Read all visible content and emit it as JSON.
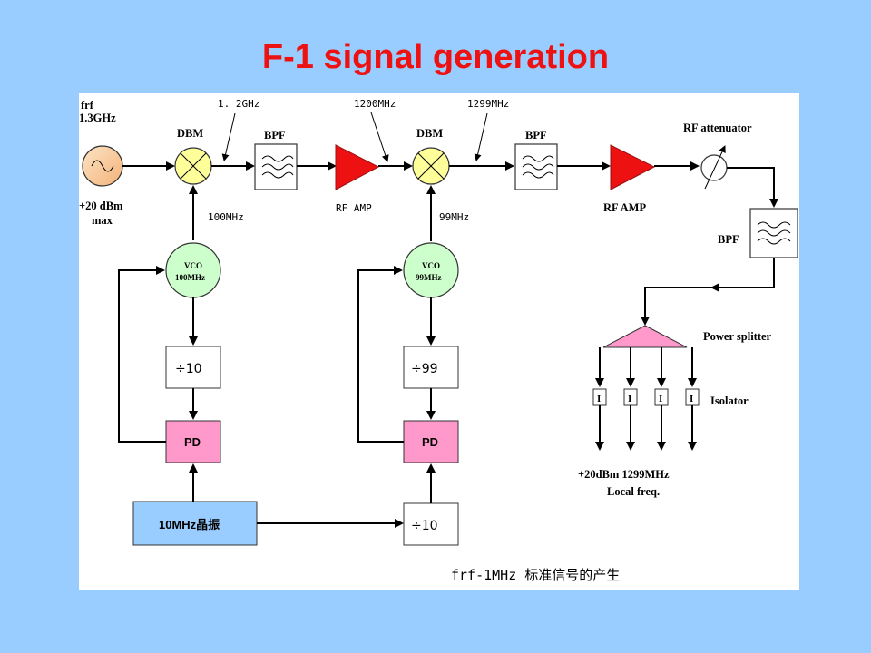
{
  "title": "F-1 signal generation",
  "diagram": {
    "source_freq": "frf",
    "source_freq_val": "1.3GHz",
    "source_power": "+20 dBm",
    "source_power_max": "max",
    "dbm1_label": "DBM",
    "dbm2_label": "DBM",
    "bpf1_label": "BPF",
    "bpf2_label": "BPF",
    "bpf3_label": "BPF",
    "rfamp1_label": "RF AMP",
    "rfamp2_label": "RF AMP",
    "rf_attenuator_label": "RF attenuator",
    "freq_1_2ghz": "1. 2GHz",
    "freq_1200mhz": "1200MHz",
    "freq_1299mhz": "1299MHz",
    "freq_100mhz": "100MHz",
    "freq_99mhz": "99MHz",
    "vco1_line1": "VCO",
    "vco1_line2": "100MHz",
    "vco2_line1": "VCO",
    "vco2_line2": "99MHz",
    "div1_label": "÷10",
    "div2_label": "÷99",
    "div3_label": "÷10",
    "pd1_label": "PD",
    "pd2_label": "PD",
    "osc_label": "10MHz晶振",
    "power_splitter_label": "Power splitter",
    "isolator_label": "Isolator",
    "isolator_symbol": "I",
    "output_line1": "+20dBm  1299MHz",
    "output_line2": "Local freq.",
    "caption": "frf-1MHz  标准信号的产生"
  }
}
